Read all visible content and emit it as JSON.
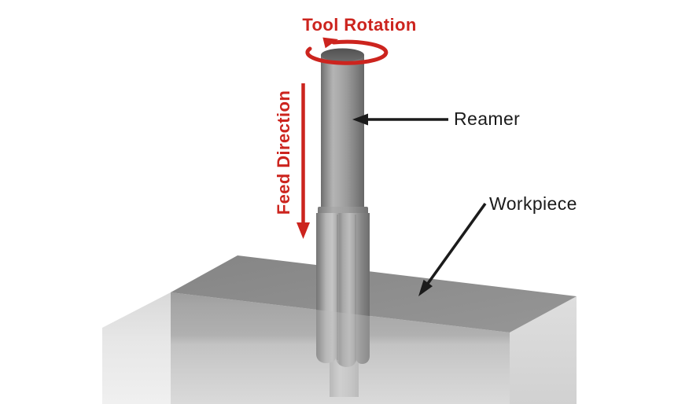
{
  "diagram": {
    "labels": {
      "tool_rotation": "Tool Rotation",
      "feed_direction": "Feed Direction",
      "reamer": "Reamer",
      "workpiece": "Workpiece"
    },
    "colors": {
      "annotation_red": "#cc241e",
      "annotation_black": "#1b1b1b",
      "workpiece_top_face": "#8d8d8d",
      "workpiece_front_face": "#b8b8b8",
      "workpiece_side_face": "#e3e3e3",
      "tool_body_gray": "#9a9a9a",
      "background": "#ffffff"
    },
    "annotations": [
      {
        "text": "Tool Rotation",
        "style": "red bold",
        "points_to": "top of reamer shank (circular rotation arrow)"
      },
      {
        "text": "Feed Direction",
        "style": "red bold rotated",
        "points_to": "downward along tool axis"
      },
      {
        "text": "Reamer",
        "style": "black",
        "points_to": "reamer shank"
      },
      {
        "text": "Workpiece",
        "style": "black",
        "points_to": "top face of gray block"
      }
    ]
  }
}
